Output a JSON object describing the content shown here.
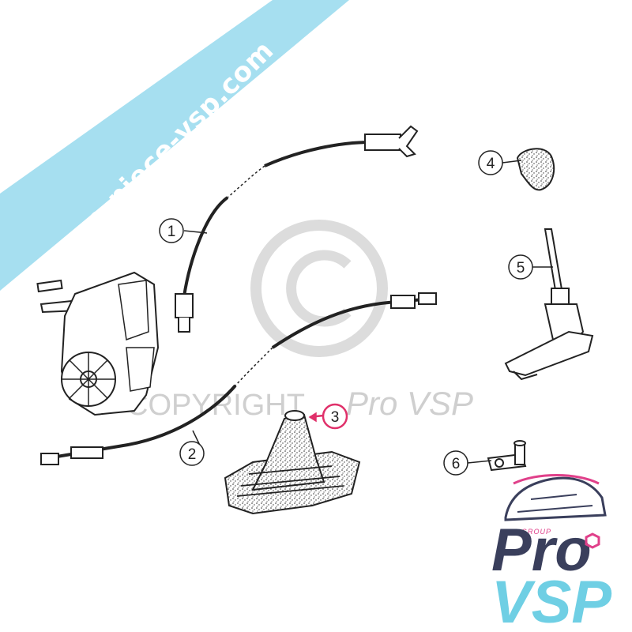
{
  "banner": {
    "text": "pro-piece-vsp.com",
    "color": "#a6dff0"
  },
  "watermark": {
    "copyright_text": "COPYRIGHT",
    "brand_text": "Pro VSP",
    "color": "#cfcfcf"
  },
  "callouts": [
    {
      "number": "1",
      "part": "cable"
    },
    {
      "number": "2",
      "part": "cable"
    },
    {
      "number": "3",
      "part": "gear-lever-boot",
      "highlight_color": "#e0306a"
    },
    {
      "number": "4",
      "part": "knob"
    },
    {
      "number": "5",
      "part": "gear-lever"
    },
    {
      "number": "6",
      "part": "bracket"
    }
  ],
  "logo": {
    "group_text": "GROUP",
    "pro_text": "Pro",
    "vsp_text": "VSP",
    "pro_color": "#3a3f5c",
    "vsp_color": "#6fcfe4",
    "accent_color": "#e0408a"
  }
}
